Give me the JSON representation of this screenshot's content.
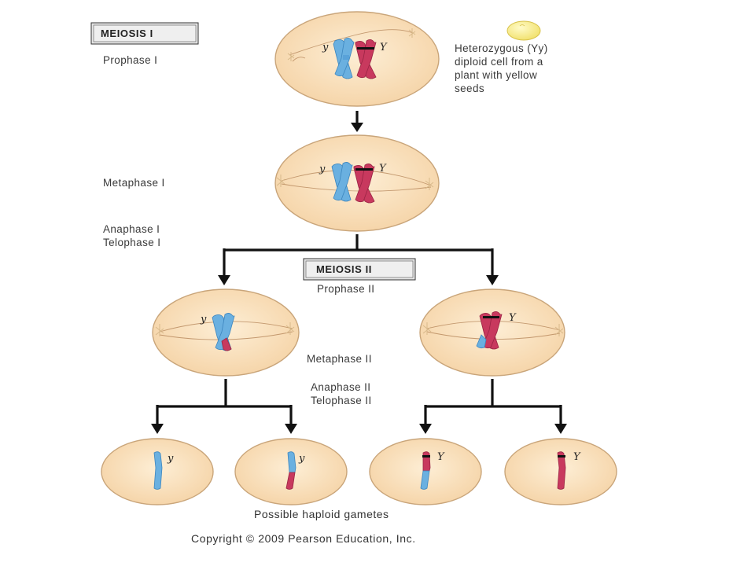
{
  "labels": {
    "meiosis_one": "MEIOSIS I",
    "prophase_one": "Prophase I",
    "metaphase_one": "Metaphase I",
    "anaphase_one": "Anaphase I",
    "telophase_one": "Telophase I",
    "meiosis_two": "MEIOSIS II",
    "prophase_two": "Prophase II",
    "metaphase_two": "Metaphase II",
    "anaphase_two": "Anaphase II",
    "telophase_two": "Telophase II"
  },
  "description_lines": [
    "Heterozygous (Yy)",
    "diploid cell from a",
    "plant with yellow",
    "seeds"
  ],
  "alleles": {
    "recessive": "y",
    "dominant": "Y"
  },
  "caption": "Possible haploid gametes",
  "copyright": "Copyright © 2009 Pearson Education, Inc.",
  "colors": {
    "cell_fill": "#fbe3bf",
    "chromosome_blue": "#6ab0e0",
    "chromosome_red": "#c8395e",
    "seed_yellow": "#fbf08a"
  }
}
